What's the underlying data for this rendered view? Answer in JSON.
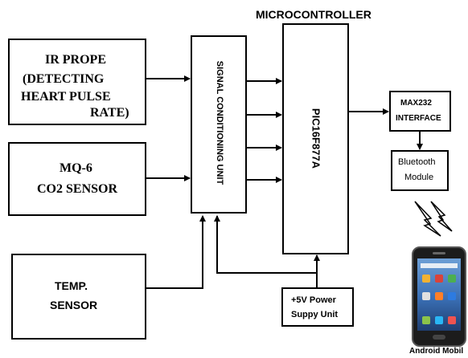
{
  "title": "MICROCONTROLLER",
  "ir_probe": {
    "line1": "IR PROPE",
    "line2": "(DETECTING",
    "line3": "HEART PULSE",
    "line4": "RATE)"
  },
  "gas_sensor": {
    "line1": "MQ-6",
    "line2": "CO2 SENSOR"
  },
  "temp_sensor": {
    "line1": "TEMP.",
    "line2": "SENSOR"
  },
  "signal_unit": {
    "label": "SIGNAL CONDITIONING UNIT"
  },
  "mcu": {
    "label": "PIC16F877A"
  },
  "max232": {
    "line1": "MAX232",
    "line2": "INTERFACE"
  },
  "bluetooth": {
    "line1": "Bluetooth",
    "line2": "Module"
  },
  "power": {
    "line1": "+5V Power",
    "line2": "Suppy Unit"
  },
  "phone": {
    "caption": "Android Mobil"
  },
  "colors": {
    "stroke": "#000000",
    "phone_body": "#1c1c1c",
    "phone_screen": "#3a6fb5"
  }
}
